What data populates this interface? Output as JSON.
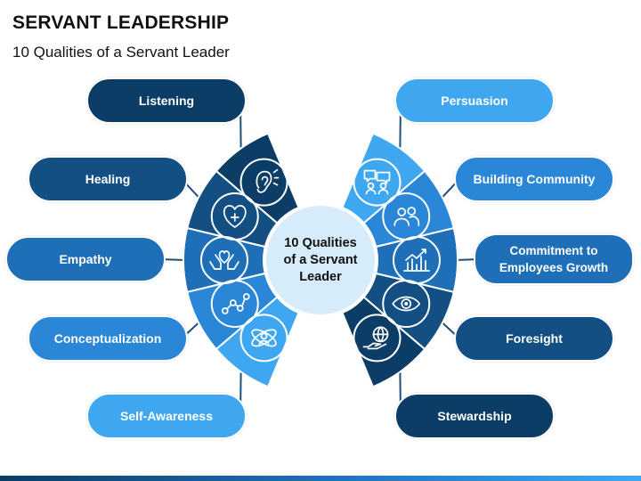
{
  "title": "SERVANT LEADERSHIP",
  "subtitle": "10 Qualities of a Servant Leader",
  "center": "10 Qualities\nof a Servant\nLeader",
  "colors": {
    "navy": "#0b3d66",
    "dark": "#134f83",
    "mid": "#1f6fb8",
    "bright": "#2a86d6",
    "light": "#3fa7f0"
  },
  "left": [
    {
      "label": "Listening",
      "icon": "ear-icon",
      "color": "#0b3d66"
    },
    {
      "label": "Healing",
      "icon": "heart-plus-icon",
      "color": "#134f83"
    },
    {
      "label": "Empathy",
      "icon": "hands-heart-icon",
      "color": "#1f6fb8"
    },
    {
      "label": "Conceptualization",
      "icon": "nodes-graph-icon",
      "color": "#2a86d6"
    },
    {
      "label": "Self-Awareness",
      "icon": "atom-person-icon",
      "color": "#3fa7f0"
    }
  ],
  "right": [
    {
      "label": "Persuasion",
      "icon": "discussion-icon",
      "color": "#3fa7f0"
    },
    {
      "label": "Building Community",
      "icon": "community-icon",
      "color": "#2a86d6"
    },
    {
      "label": "Commitment to Employees Growth",
      "icon": "growth-chart-icon",
      "color": "#1f6fb8"
    },
    {
      "label": "Foresight",
      "icon": "eye-icon",
      "color": "#134f83"
    },
    {
      "label": "Stewardship",
      "icon": "hand-globe-icon",
      "color": "#0b3d66"
    }
  ]
}
